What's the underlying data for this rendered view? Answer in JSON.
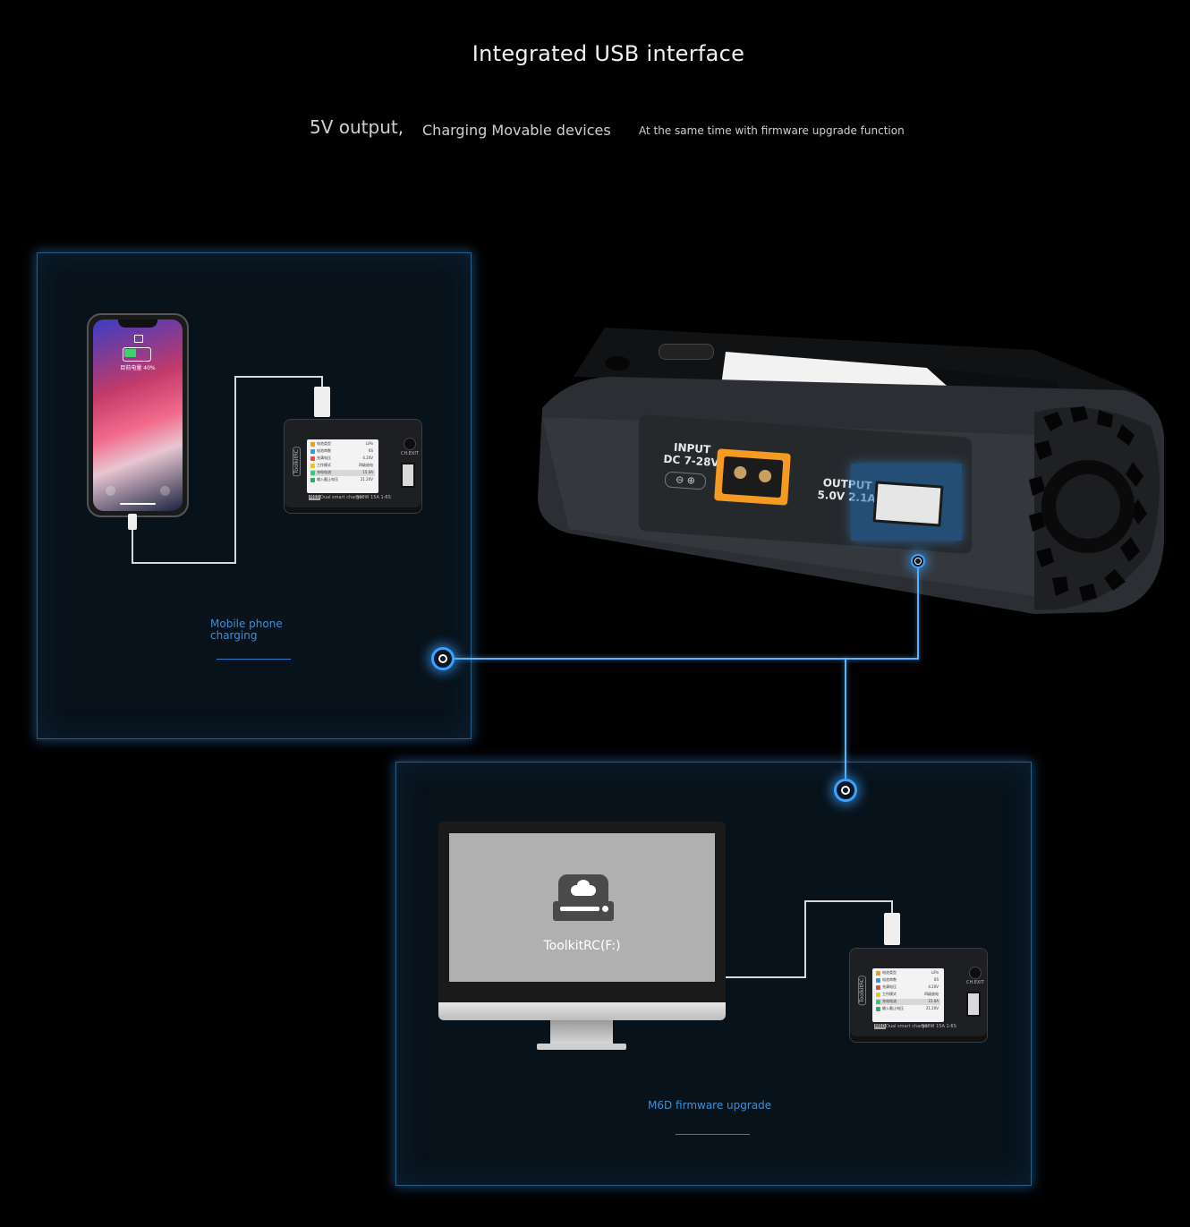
{
  "header": {
    "title": "Integrated USB interface",
    "sub_a": "5V output,",
    "sub_b": "Charging Movable devices",
    "sub_c": "At the same time with firmware upgrade function"
  },
  "panel_phone": {
    "caption_line1": "Mobile phone",
    "caption_line2": "charging",
    "phone_status": "目前电量 40%"
  },
  "panel_pc": {
    "caption": "M6D firmware upgrade",
    "drive_label": "ToolkitRC(F:)"
  },
  "device": {
    "input_label_1": "INPUT",
    "input_label_2": "DC 7-28V",
    "output_label_1": "OUTPUT",
    "output_label_2": "5.0V 2.1A",
    "key_label": "CH.EXIT",
    "brand": "ToolkitRC",
    "model": "M6D",
    "desc": "Dual smart charger",
    "spec": "500W 15A 1-6S"
  },
  "mini_charger_rows": [
    {
      "label": "电池类型",
      "value": "LiPo",
      "color": "#f39c12"
    },
    {
      "label": "电池串数",
      "value": "6S",
      "color": "#3498db"
    },
    {
      "label": "充满电压",
      "value": "4.20V",
      "color": "#e74c3c"
    },
    {
      "label": "工作模式",
      "value": "四级放电",
      "color": "#f1c40f"
    },
    {
      "label": "充电电流",
      "value": "15.0A",
      "color": "#2ecc71"
    },
    {
      "label": "输入截止电压",
      "value": "21.20V",
      "color": "#27ae60"
    }
  ],
  "colors": {
    "accent": "#3aa2ff",
    "panel_border": "#2d5c84",
    "xt60": "#f59a23"
  }
}
